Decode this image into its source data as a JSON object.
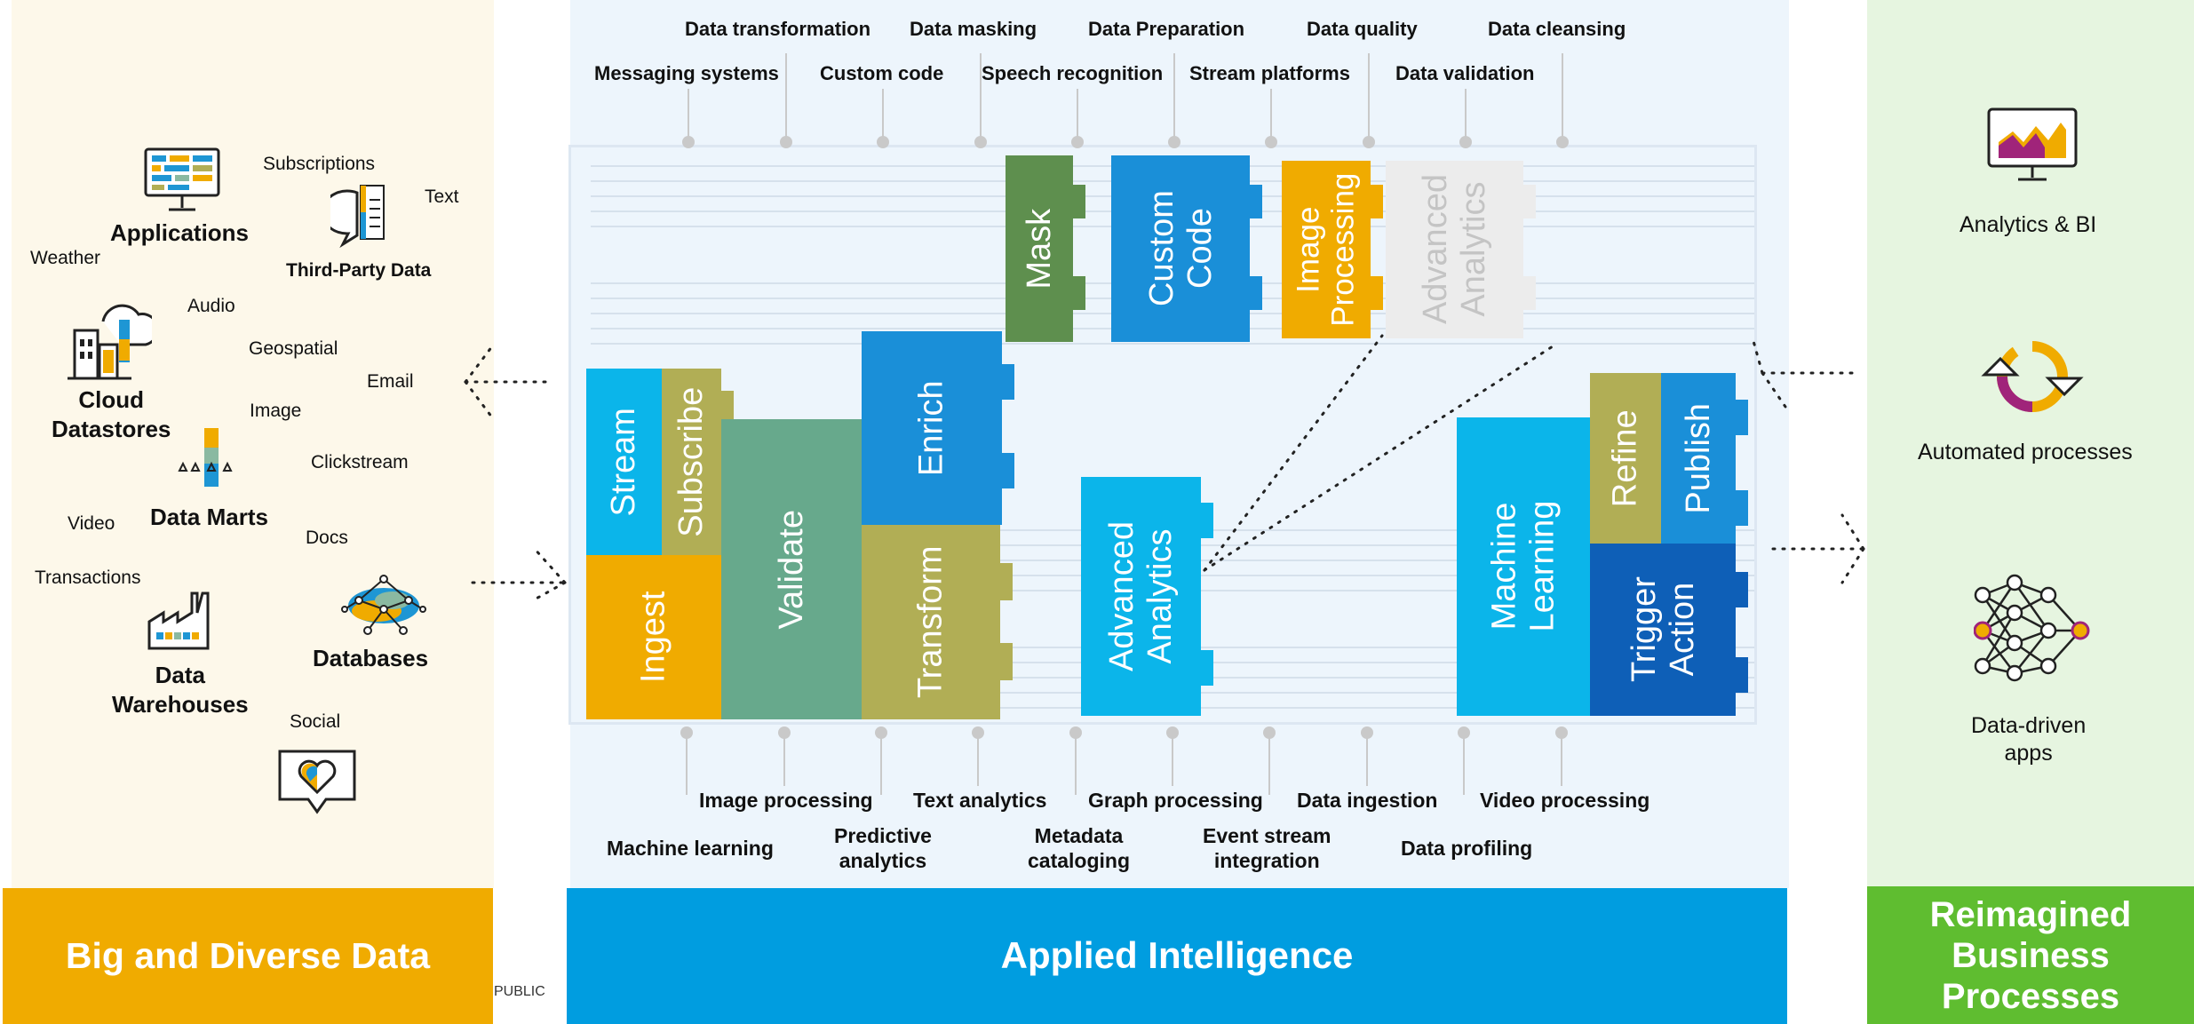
{
  "left": {
    "banner": "Big and Diverse Data",
    "public_tag": "PUBLIC",
    "items": {
      "applications": "Applications",
      "subscriptions": "Subscriptions",
      "text": "Text",
      "third_party": "Third-Party Data",
      "weather": "Weather",
      "audio": "Audio",
      "geospatial": "Geospatial",
      "email": "Email",
      "cloud": "Cloud\nDatastores",
      "image": "Image",
      "clickstream": "Clickstream",
      "video": "Video",
      "data_marts": "Data Marts",
      "docs": "Docs",
      "transactions": "Transactions",
      "databases": "Databases",
      "warehouses": "Data\nWarehouses",
      "social": "Social"
    }
  },
  "middle": {
    "banner": "Applied Intelligence",
    "top_labels_row1": [
      "Data transformation",
      "Data masking",
      "Data Preparation",
      "Data quality",
      "Data cleansing"
    ],
    "top_labels_row2": [
      "Messaging systems",
      "Custom code",
      "Speech recognition",
      "Stream platforms",
      "Data validation"
    ],
    "bottom_labels_row1": [
      "Image processing",
      "Text analytics",
      "Graph processing",
      "Data ingestion",
      "Video processing"
    ],
    "bottom_labels_row2": [
      "Machine learning",
      "Predictive\nanalytics",
      "Metadata\ncataloging",
      "Event stream\nintegration",
      "Data profiling"
    ],
    "blocks": {
      "mask": "Mask",
      "custom_code": "Custom\nCode",
      "image_processing": "Image\nProcessing",
      "advanced_analytics_top": "Advanced\nAnalytics",
      "stream": "Stream",
      "subscribe": "Subscribe",
      "validate": "Validate",
      "enrich": "Enrich",
      "ingest": "Ingest",
      "transform": "Transform",
      "advanced_analytics": "Advanced\nAnalytics",
      "machine_learning": "Machine\nLearning",
      "refine": "Refine",
      "publish": "Publish",
      "trigger_action": "Trigger\nAction"
    }
  },
  "right": {
    "banner": "Reimagined\nBusiness\nProcesses",
    "analytics": "Analytics & BI",
    "automated": "Automated processes",
    "apps": "Data-driven\napps"
  },
  "colors": {
    "gold": "#f0ab00",
    "blue": "#009de0",
    "green": "#5fbd30",
    "mask": "#5e8f4e",
    "olive": "#b1ae55",
    "teal": "#67a98c",
    "sky": "#0bb5ea",
    "mid_blue": "#1a8fd8",
    "dark_blue": "#0e5fb7",
    "grey_block": "#ececec"
  }
}
